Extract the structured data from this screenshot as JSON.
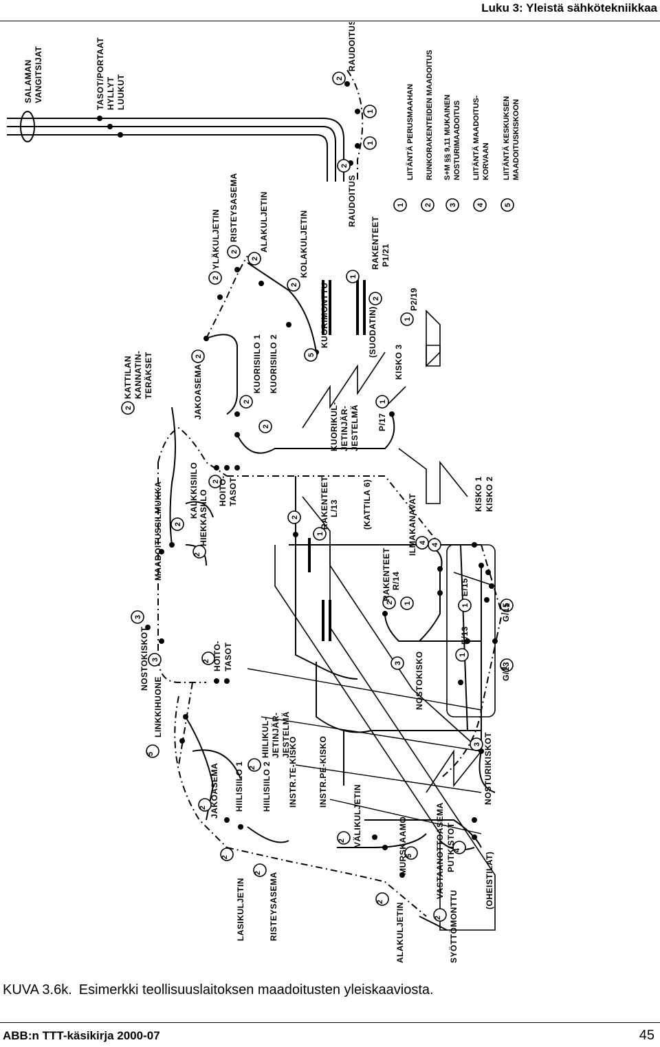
{
  "header": {
    "title": "Luku 3: Yleistä sähkötekniikkaa"
  },
  "diagram": {
    "labels": {
      "salaman": "SALAMAN",
      "vangitsijat": "VANGITSIJAT",
      "tasot_portaat": "TASOT/PORTAAT",
      "hyllyt": "HYLLYT",
      "luukut": "LUUKUT",
      "raudoitus_top": "RAUDOITUS",
      "raudoitus_mid": "RAUDOITUS",
      "ristey_top": "RISTEYSASEMA",
      "alakul_top": "ALAKULJETIN",
      "ylakul": "YLÄKULJETIN",
      "kolakul": "KOLAKULJETIN",
      "rakenteet_p121": "RAKENTEET",
      "p121": "P1/21",
      "suodatin": "(SUODATIN)",
      "kuorimonttu": "KUORIMONTTU",
      "jakoasema_top": "JAKOASEMA",
      "kuorisiilo1": "KUORISIILO 1",
      "kuorisiilo2": "KUORISIILO 2",
      "kattilan1": "KATTILAN",
      "kattilan2": "KANNATIN-",
      "kattilan3": "TERÄKSET",
      "kuorikul1": "KUORIKUL-",
      "kuorikul2": "JETINJÄR-",
      "kuorikul3": "JESTELMÄ",
      "kisko3": "KISKO 3",
      "p217": "P/17",
      "p219": "P2/19",
      "maadoitussilmukka": "MAADOITUSSILMUKKA",
      "kalkkisiilo": "KALKKISIILO",
      "hiekkasiilo": "HIEKKASIILO",
      "hoitotasot_a1": "HOITO-",
      "hoitotasot_a2": "TASOT",
      "rakenteet_l13": "RAKENTEET",
      "l13": "L/13",
      "kattila6": "(KATTILA 6)",
      "ilmakanavat": "ILMAKANAVAT",
      "kisko1": "KISKO 1",
      "kisko2": "KISKO 2",
      "rakenteet_r14": "RAKENTEET",
      "r14": "R/14",
      "e15": "E/15",
      "e13": "E/13",
      "g15": "G/15",
      "g13": "G/13",
      "nostokisko": "NOSTOKISKO",
      "nostokiskot": "NOSTOKISKOT",
      "linkkihuone": "LINKKIHUONE",
      "hoitotasot_b1": "HOITO-",
      "hoitotasot_b2": "TASOT",
      "hiilikul1": "HIILIKUL-",
      "hiilikul2": "JETINJÄR-",
      "hiilikul3": "JESTELMÄ",
      "jakoasema_bot": "JAKOASEMA",
      "hiilisiilo1": "HIILISIILO 1",
      "hiilisiilo2": "HIILISIILO 2",
      "instr_te": "INSTR.TE-KISKO",
      "instr_pe": "INSTR.PE-KISKO",
      "valikul": "VÄLIKULJETIN",
      "nosturikiskot": "NOSTURIKISKOT",
      "vastaanottoasema": "VASTAANOTTOASEMA",
      "putkistot": "PUTKISTOT",
      "oheistilat": "(OHEISTILAT)",
      "murskaamo": "MURSKAAMO",
      "lasikul": "LASIKULJETIN",
      "ristey_bot": "RISTEYSASEMA",
      "alakul_bot": "ALAKULJETIN",
      "syottomonttu": "SYÖTTÖMONTTU"
    },
    "legend": {
      "items": [
        {
          "num": "1",
          "lines": [
            "LIITÄNTÄ PERUSMAAHAN"
          ]
        },
        {
          "num": "2",
          "lines": [
            "RUNKORAKENTEIDEN MAADOITUS"
          ]
        },
        {
          "num": "3",
          "lines": [
            "S+M §§ 9,11 MUKAINEN",
            "NOSTURIMAADOITUS"
          ]
        },
        {
          "num": "4",
          "lines": [
            "LIITÄNTÄ MAADOITUS-",
            "KORVAAN"
          ]
        },
        {
          "num": "5",
          "lines": [
            "LIITÄNTÄ KESKUKSEN",
            "MAADOITUSKISKOON"
          ]
        }
      ]
    }
  },
  "caption": {
    "number": "KUVA 3.6k.",
    "text": "Esimerkki teollisuuslaitoksen maadoitusten yleiskaaviosta."
  },
  "footer": {
    "left": "ABB:n TTT-käsikirja 2000-07",
    "page": "45"
  }
}
